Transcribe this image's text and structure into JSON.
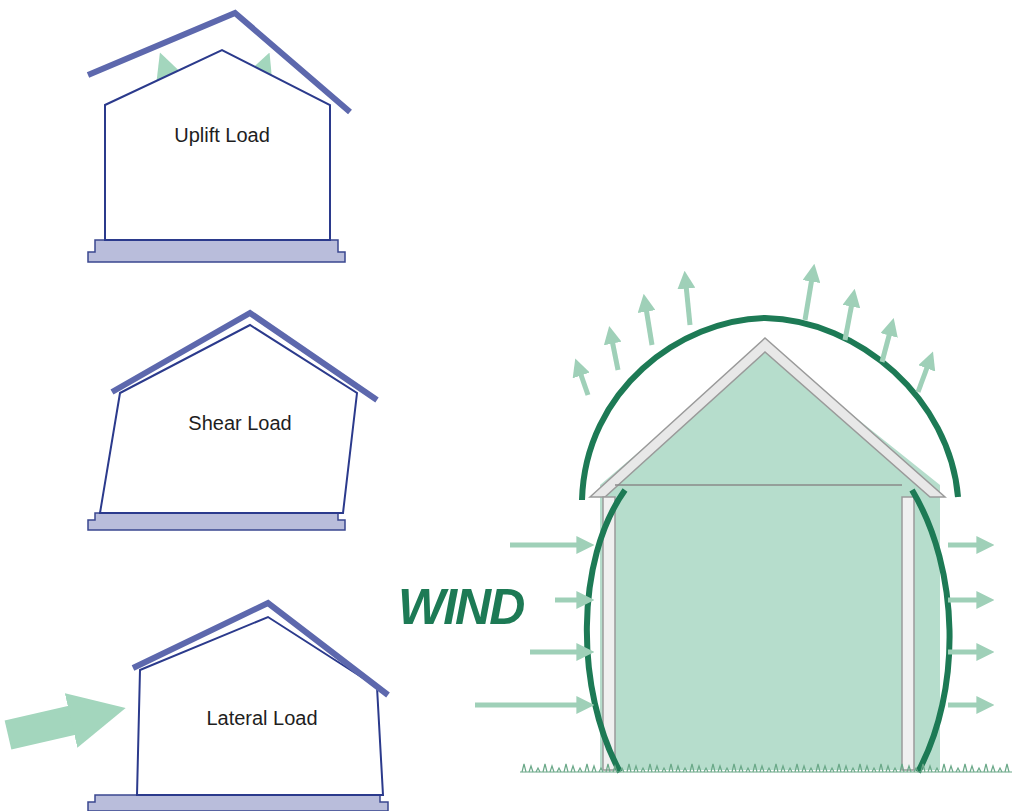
{
  "diagram": {
    "nodes": [
      {
        "text": [
          "Uplift Load"
        ]
      },
      {
        "text": [
          "Shear Load"
        ]
      },
      {
        "text": [
          "Lateral Load"
        ]
      }
    ],
    "labels": [
      "WIND"
    ]
  }
}
